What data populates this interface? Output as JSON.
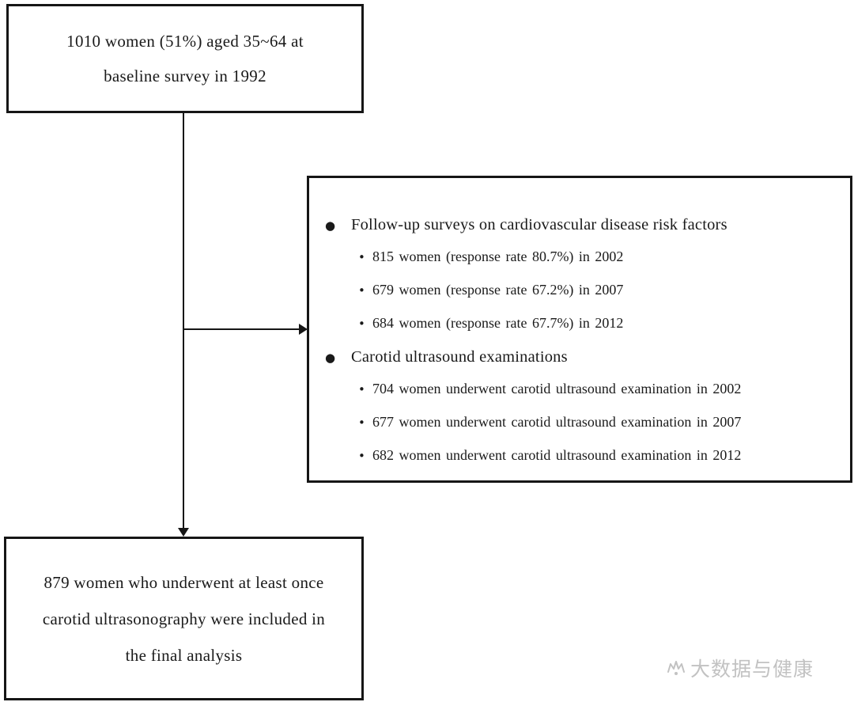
{
  "flowchart": {
    "top_box": {
      "lines": [
        "1010 women (51%) aged 35~64 at",
        "baseline survey in 1992"
      ]
    },
    "right_box": {
      "sections": [
        {
          "header": "Follow-up surveys on cardiovascular disease risk factors",
          "items": [
            "815 women (response rate 80.7%) in 2002",
            "679 women (response rate 67.2%) in 2007",
            "684 women (response rate 67.7%) in 2012"
          ]
        },
        {
          "header": "Carotid ultrasound examinations",
          "items": [
            "704 women underwent carotid ultrasound examination in 2002",
            "677 women underwent carotid ultrasound examination in 2007",
            "682 women underwent carotid ultrasound examination in 2012"
          ]
        }
      ]
    },
    "bottom_box": {
      "lines": [
        "879 women who underwent at least once",
        "carotid ultrasonography were included in",
        "the final analysis"
      ]
    }
  },
  "icons": {
    "bullet_large": "●",
    "bullet_small": "•"
  },
  "watermark": {
    "text": "大数据与健康",
    "color": "#c2c2c2"
  }
}
